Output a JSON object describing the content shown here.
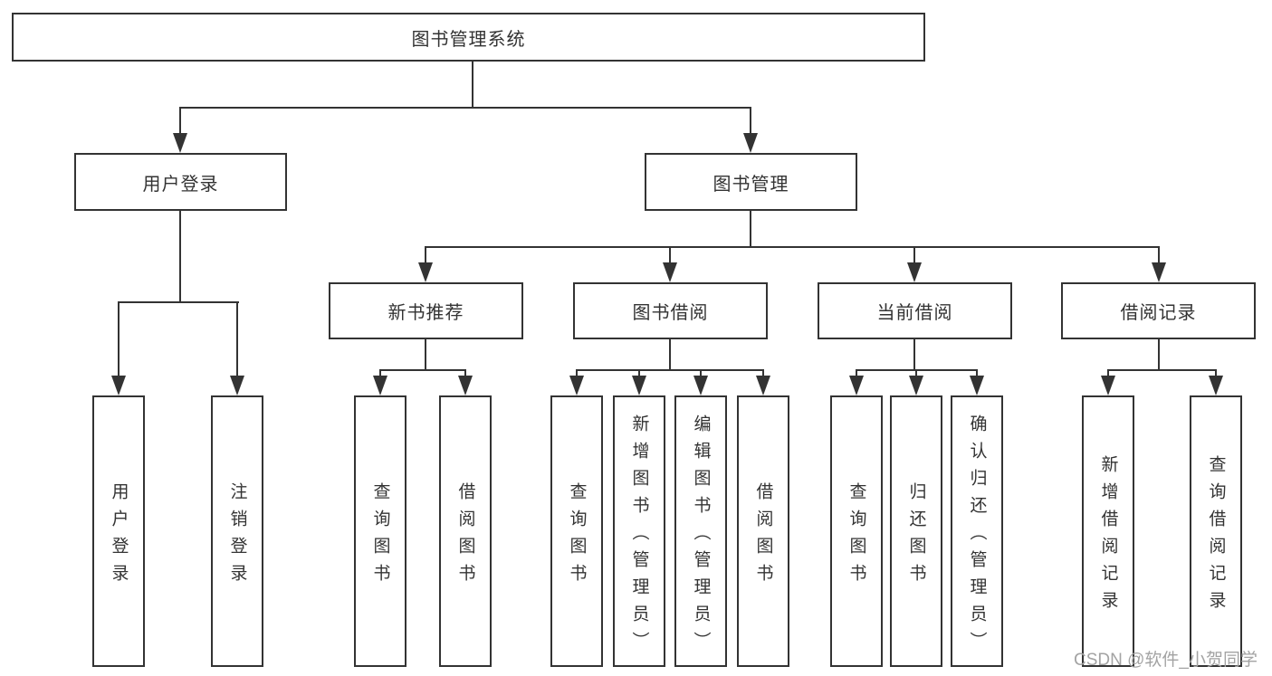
{
  "diagram": {
    "root": "图书管理系统",
    "level2": {
      "user_login": "用户登录",
      "book_management": "图书管理"
    },
    "user_login_children": [
      "用户登录",
      "注销登录"
    ],
    "categories": [
      {
        "label": "新书推荐",
        "children": [
          "查询图书",
          "借阅图书"
        ]
      },
      {
        "label": "图书借阅",
        "children": [
          "查询图书",
          "新增图书（管理员）",
          "编辑图书（管理员）",
          "借阅图书"
        ]
      },
      {
        "label": "当前借阅",
        "children": [
          "查询图书",
          "归还图书",
          "确认归还（管理员）"
        ]
      },
      {
        "label": "借阅记录",
        "children": [
          "新增借阅记录",
          "查询借阅记录"
        ]
      }
    ],
    "colors": {
      "line": "#333333",
      "text": "#333333",
      "background": "#ffffff",
      "watermark": "#a3a3a3"
    }
  },
  "watermark": "CSDN @软件_小贺同学"
}
